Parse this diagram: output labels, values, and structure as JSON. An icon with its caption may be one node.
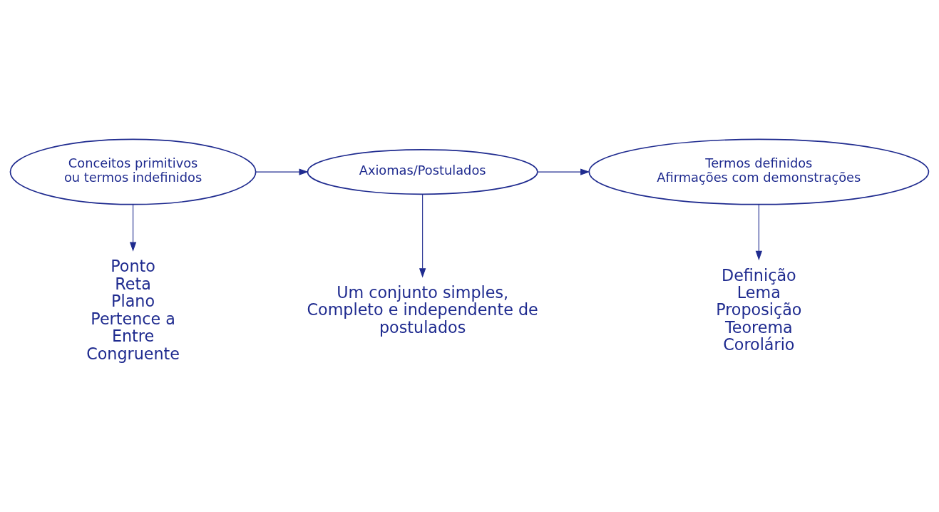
{
  "diagram": {
    "nodes": [
      {
        "text": [
          "Conceitos primitivos ou termos indefinidos"
        ]
      },
      {
        "text": [
          "Axiomas/Postulados"
        ]
      },
      {
        "text": [
          "Termos definidos",
          "Afirmações com demonstrações"
        ]
      },
      {
        "text": [
          "Ponto",
          "Reta",
          "Plano",
          "Pertence a",
          "Entre",
          "Congruente"
        ]
      },
      {
        "text": [
          "Um conjunto simples, Completo e independente de postulados"
        ]
      },
      {
        "text": [
          "Definição",
          "Lema",
          "Proposição",
          "Teorema",
          "Corolário"
        ]
      }
    ],
    "edges": [
      {
        "from": 0,
        "to": 1,
        "arrow": "to"
      },
      {
        "from": 1,
        "to": 2,
        "arrow": "to"
      },
      {
        "from": 0,
        "to": 3,
        "arrow": "to"
      },
      {
        "from": 1,
        "to": 4,
        "arrow": "to"
      },
      {
        "from": 2,
        "to": 5,
        "arrow": "to"
      }
    ]
  }
}
